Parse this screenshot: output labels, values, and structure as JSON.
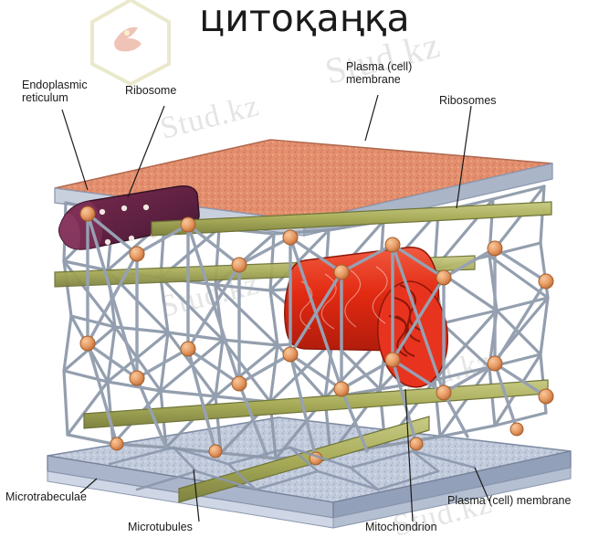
{
  "page": {
    "title": "цитоқаңқа",
    "background_color": "#ffffff"
  },
  "watermark": {
    "texts": [
      "Stud.kz",
      "Stud.kz",
      "Stud.kz",
      "Stud.kz",
      "Stud.kz",
      "Stud.kz"
    ],
    "color": "#cfcfcf",
    "logo_name": "bird-logo-watermark"
  },
  "diagram": {
    "name": "cytoskeleton-cell-cutaway-diagram",
    "labels": [
      {
        "id": "endoplasmic-reticulum",
        "text": "Endoplasmic\nreticulum"
      },
      {
        "id": "ribosome",
        "text": "Ribosome"
      },
      {
        "id": "plasma-cell-membrane-top",
        "text": "Plasma (cell)\nmembrane"
      },
      {
        "id": "ribosomes",
        "text": "Ribosomes"
      },
      {
        "id": "microtrabeculae",
        "text": "Microtrabeculae"
      },
      {
        "id": "microtubules",
        "text": "Microtubules"
      },
      {
        "id": "mitochondrion",
        "text": "Mitochondrion"
      },
      {
        "id": "plasma-cell-membrane-bottom",
        "text": "Plasma (cell) membrane"
      }
    ],
    "colors": {
      "plasma_membrane_top": "#e8917a",
      "plasma_membrane_bottom": "#b9c4da",
      "mitochondrion": "#e8331f",
      "endoplasmic_reticulum": "#6d2547",
      "microtubule": "#a9ab5c",
      "microtrabecular_network": "#8e99aa",
      "ribosome": "#e8a06a",
      "leader_line": "#1a1a1a"
    }
  }
}
